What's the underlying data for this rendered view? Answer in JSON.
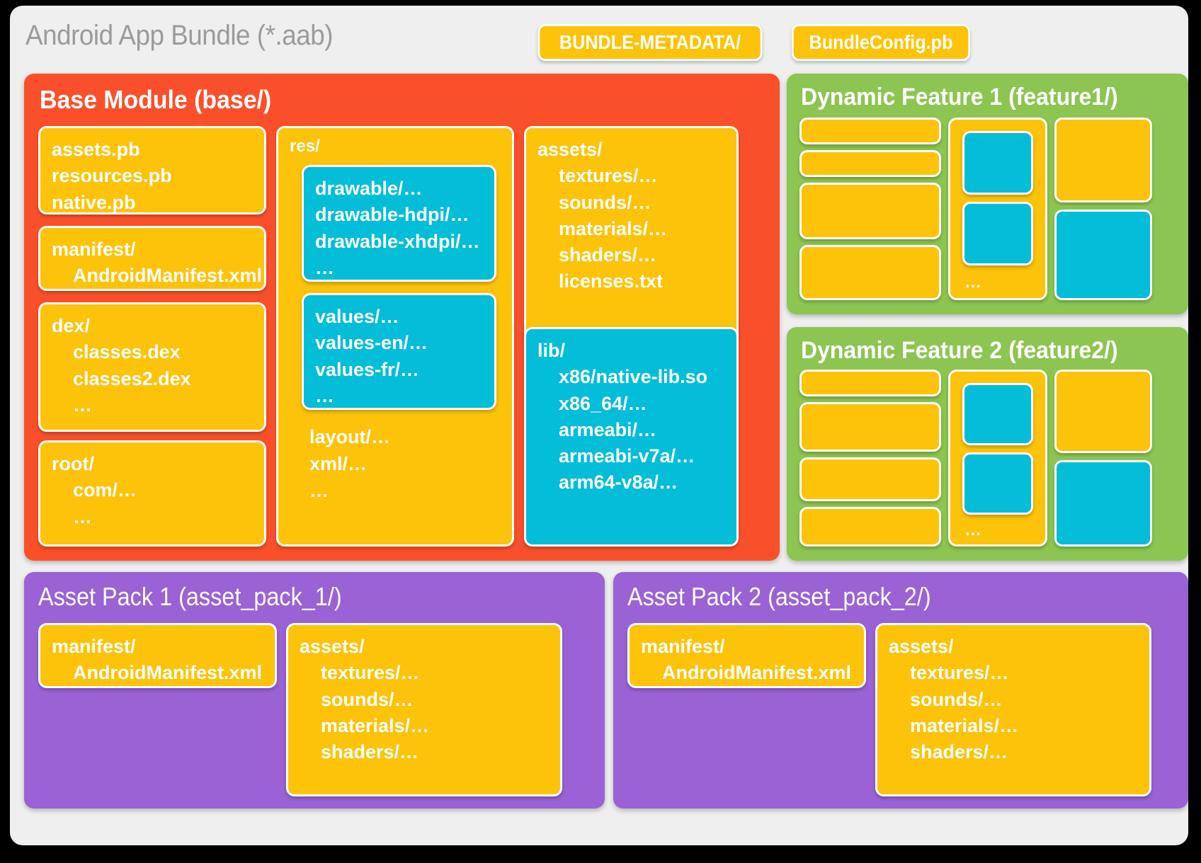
{
  "header": {
    "title": "Android App Bundle (*.aab)",
    "chips": [
      {
        "label": "BUNDLE-METADATA/"
      },
      {
        "label": "BundleConfig.pb"
      }
    ]
  },
  "base_module": {
    "title": "Base Module (base/)",
    "pb_box": {
      "lines": [
        "assets.pb",
        "resources.pb",
        "native.pb"
      ]
    },
    "manifest_box": {
      "line1": "manifest/",
      "line2": "AndroidManifest.xml"
    },
    "dex_box": {
      "line1": "dex/",
      "line2": "classes.dex",
      "line3": "classes2.dex",
      "line4": "…"
    },
    "root_box": {
      "line1": "root/",
      "line2": "com/…",
      "line3": "…"
    },
    "res_box": {
      "label": "res/",
      "drawable": {
        "line1": "drawable/…",
        "line2": "drawable-hdpi/…",
        "line3": "drawable-xhdpi/…",
        "line4": "…"
      },
      "values": {
        "line1": "values/…",
        "line2": "values-en/…",
        "line3": "values-fr/…",
        "line4": "…"
      },
      "tail": {
        "line1": "layout/…",
        "line2": "xml/…",
        "line3": "…"
      }
    },
    "assets_box": {
      "line1": "assets/",
      "line2": "textures/…",
      "line3": "sounds/…",
      "line4": "materials/…",
      "line5": "shaders/…",
      "line6": "licenses.txt"
    },
    "lib_box": {
      "line1": "lib/",
      "line2": "x86/native-lib.so",
      "line3": "x86_64/…",
      "line4": "armeabi/…",
      "line5": "armeabi-v7a/…",
      "line6": "arm64-v8a/…"
    }
  },
  "feature_1": {
    "title": "Dynamic Feature 1 (feature1/)",
    "inner_dots": "…"
  },
  "feature_2": {
    "title": "Dynamic Feature 2 (feature2/)",
    "inner_dots": "…"
  },
  "asset_pack_1": {
    "title": "Asset Pack 1 (asset_pack_1/)",
    "manifest_box": {
      "line1": "manifest/",
      "line2": "AndroidManifest.xml"
    },
    "assets_box": {
      "line1": "assets/",
      "line2": "textures/…",
      "line3": "sounds/…",
      "line4": "materials/…",
      "line5": "shaders/…"
    }
  },
  "asset_pack_2": {
    "title": "Asset Pack 2 (asset_pack_2/)",
    "manifest_box": {
      "line1": "manifest/",
      "line2": "AndroidManifest.xml"
    },
    "assets_box": {
      "line1": "assets/",
      "line2": "textures/…",
      "line3": "sounds/…",
      "line4": "materials/…",
      "line5": "shaders/…"
    }
  },
  "colors": {
    "orange": "#f9502b",
    "yellow": "#fcc30a",
    "cyan": "#04bdd8",
    "green": "#8cc551",
    "purple": "#9a62d4",
    "background": "#efefef",
    "title_gray": "#9b9b9b"
  }
}
